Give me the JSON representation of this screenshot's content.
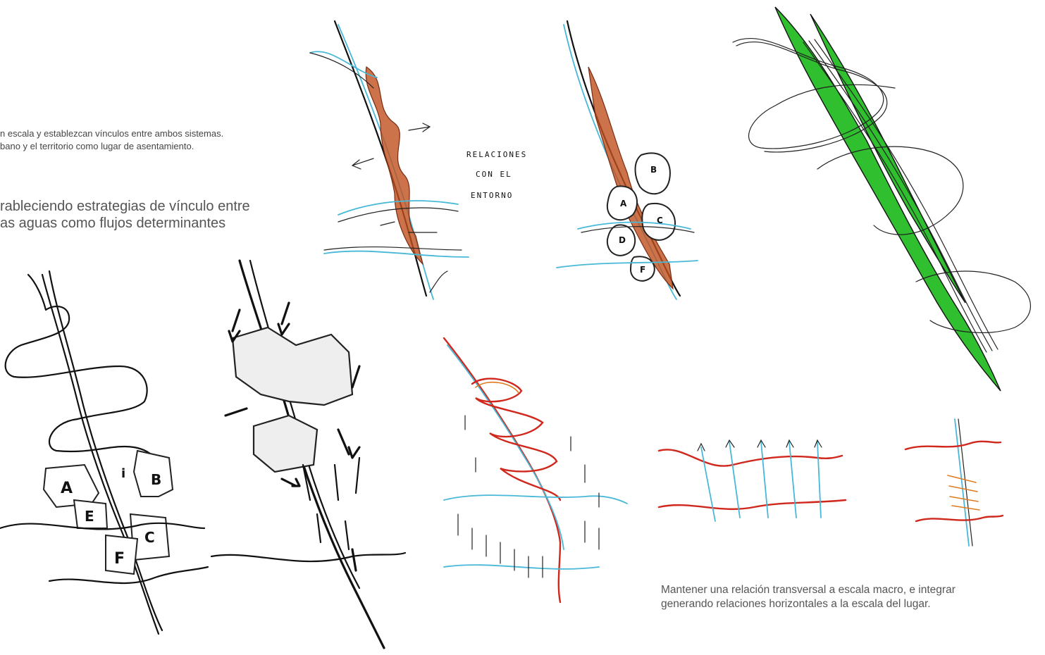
{
  "text": {
    "intro_line_1": "n escala y establezcan vínculos entre ambos sistemas.",
    "intro_line_2": "bano y el territorio como lugar de asentamiento.",
    "heading_line_1": "rableciendo estrategias de vínculo entre",
    "heading_line_2": "as aguas como flujos determinantes",
    "caption_line_1": "Mantener una relación transversal a escala macro, e integrar",
    "caption_line_2": "generando relaciones horizontales a la escala del lugar."
  },
  "sketch_annotations": {
    "relaciones": "RELACIONES",
    "con_el": "CON EL",
    "entorno": "ENTORNO"
  },
  "zone_labels": {
    "sketch_bw": [
      "A",
      "B",
      "C",
      "E",
      "F",
      "i"
    ],
    "sketch_color": [
      "B",
      "A",
      "C",
      "D",
      "F"
    ]
  },
  "colors": {
    "ink": "#111111",
    "water": "#48b8d8",
    "red_flow": "#d0281c",
    "green_area": "#2fbf2f",
    "hatch": "#c0501e"
  }
}
